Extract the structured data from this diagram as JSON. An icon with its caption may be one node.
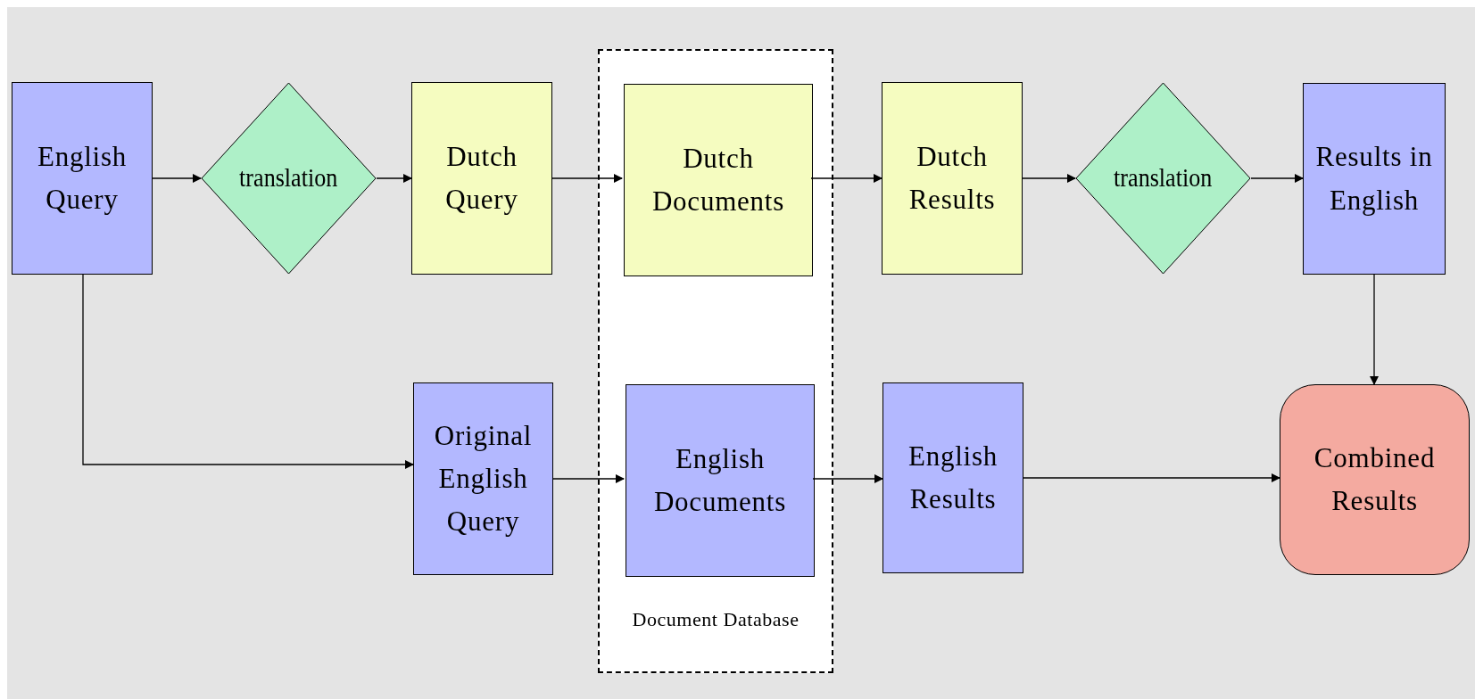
{
  "diagram": {
    "nodes": [
      {
        "text": [
          "English Query"
        ]
      },
      {
        "text": [
          "translation"
        ]
      },
      {
        "text": [
          "Dutch Query"
        ]
      },
      {
        "text": [
          "Document Database"
        ]
      },
      {
        "text": [
          "Dutch Documents"
        ],
        "in": 3
      },
      {
        "text": [
          "Dutch Results"
        ]
      },
      {
        "text": [
          "translation"
        ]
      },
      {
        "text": [
          "Results in English"
        ]
      },
      {
        "text": [
          "Original English Query"
        ]
      },
      {
        "text": [
          "English Documents"
        ],
        "in": 3
      },
      {
        "text": [
          "English Results"
        ]
      },
      {
        "text": [
          "Combined Results"
        ]
      }
    ],
    "edges": [
      {
        "from": 0,
        "to": 1,
        "arrow": "to"
      },
      {
        "from": 1,
        "to": 2,
        "arrow": "to"
      },
      {
        "from": 2,
        "to": 4,
        "arrow": "to"
      },
      {
        "from": 4,
        "to": 5,
        "arrow": "to"
      },
      {
        "from": 5,
        "to": 6,
        "arrow": "to"
      },
      {
        "from": 6,
        "to": 7,
        "arrow": "to"
      },
      {
        "from": 7,
        "to": 11,
        "arrow": "to"
      },
      {
        "from": 0,
        "to": 8,
        "arrow": "to"
      },
      {
        "from": 8,
        "to": 9,
        "arrow": "to"
      },
      {
        "from": 9,
        "to": 10,
        "arrow": "to"
      },
      {
        "from": 10,
        "to": 11,
        "arrow": "to"
      }
    ]
  }
}
